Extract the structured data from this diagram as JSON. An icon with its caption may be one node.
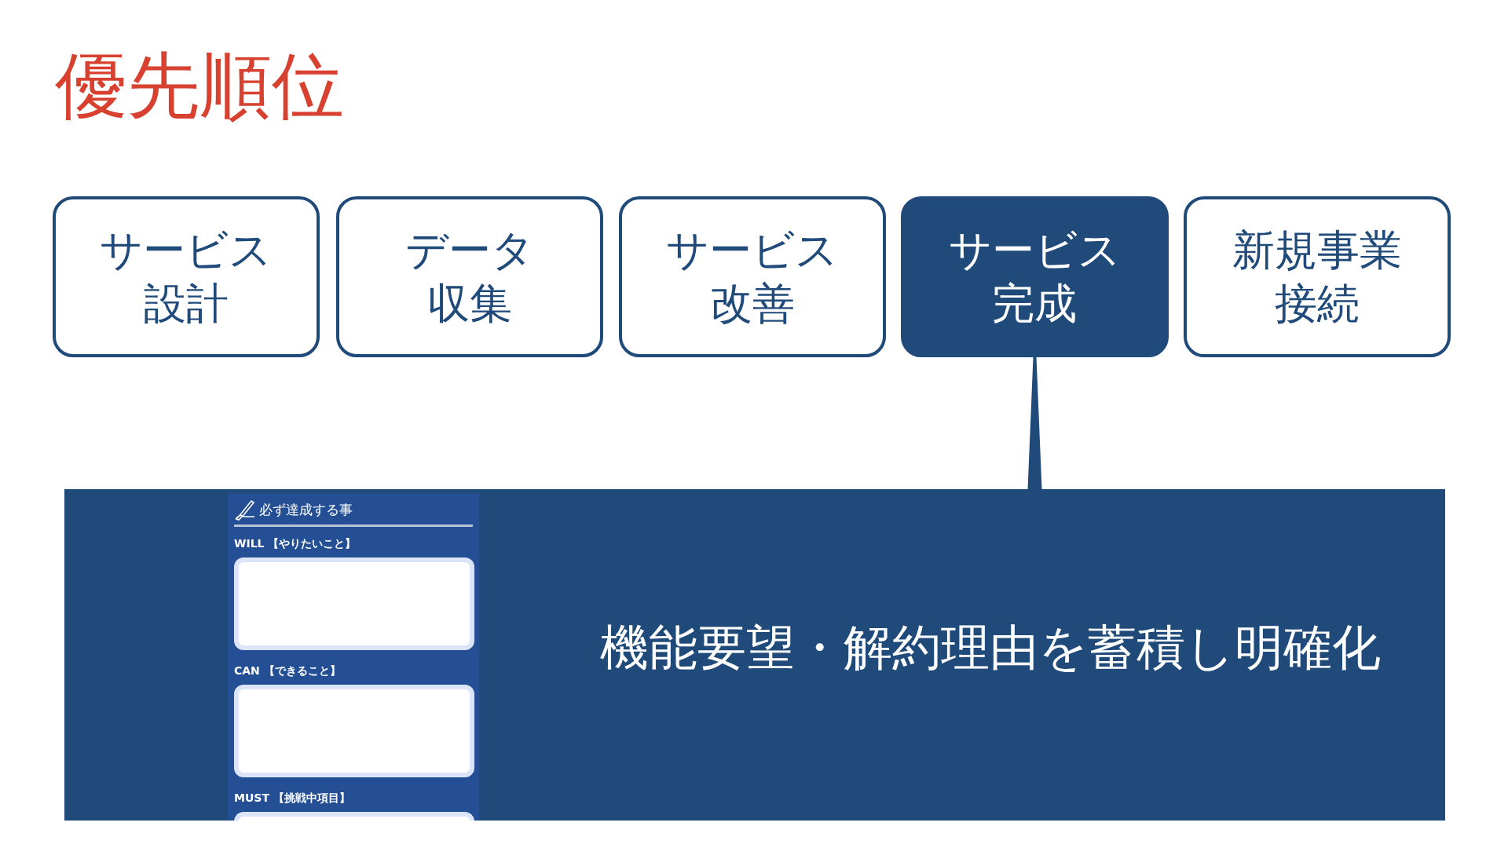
{
  "diagram": {
    "title": "優先順位",
    "nodes": [
      {
        "text": [
          "サービス設計"
        ]
      },
      {
        "text": [
          "データ収集"
        ]
      },
      {
        "text": [
          "サービス改善"
        ]
      },
      {
        "text": [
          "サービス完成"
        ]
      },
      {
        "text": [
          "新規事業接続"
        ]
      },
      {
        "text": [
          "機能要望・解約理由を蓄積し明確化"
        ]
      },
      {
        "text": [
          "必ず達成する事",
          "WILL 【やりたいこと】",
          "CAN 【できること】",
          "MUST 【挑戦中項目】"
        ],
        "in": 5
      }
    ],
    "edges": [
      {
        "from": 3,
        "to": 5,
        "arrow": "none"
      }
    ]
  }
}
